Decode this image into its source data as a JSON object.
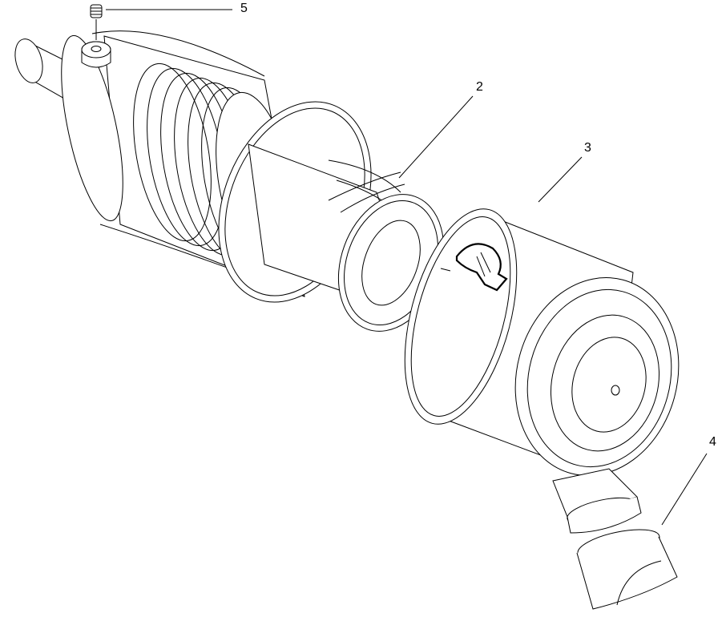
{
  "diagram": {
    "type": "exploded parts view",
    "callouts": [
      {
        "id": "callout-5",
        "label": "5"
      },
      {
        "id": "callout-2",
        "label": "2"
      },
      {
        "id": "callout-3",
        "label": "3"
      },
      {
        "id": "callout-4",
        "label": "4"
      }
    ],
    "line_color": "#000000",
    "background": "#ffffff"
  }
}
